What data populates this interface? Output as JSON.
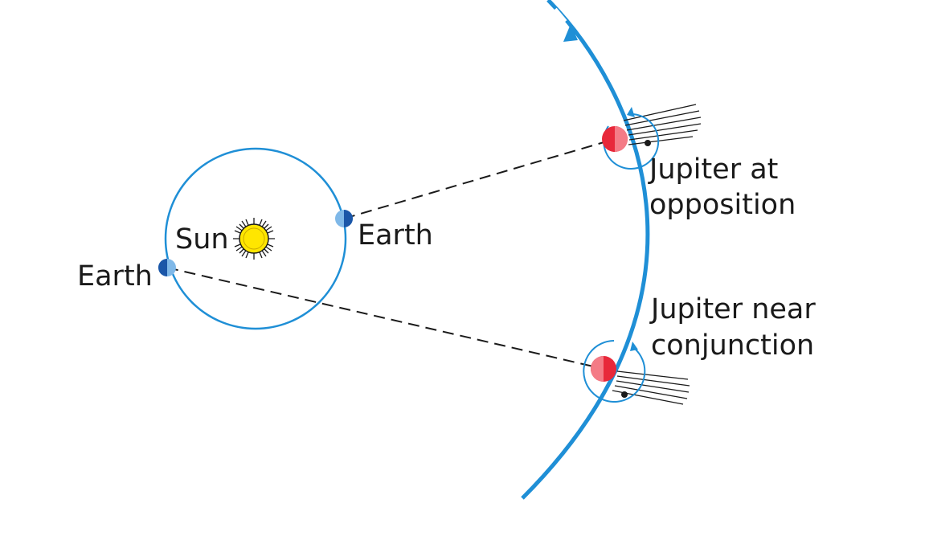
{
  "labels": {
    "sun": "Sun",
    "earth_left": "Earth",
    "earth_right": "Earth",
    "jupiter_opposition_line1": "Jupiter at",
    "jupiter_opposition_line2": "opposition",
    "jupiter_conjunction_line1": "Jupiter near",
    "jupiter_conjunction_line2": "conjunction"
  },
  "colors": {
    "orbit_blue": "#1f8fd6",
    "earth_light": "#7fb8e8",
    "earth_dark": "#1a56a8",
    "jupiter_red": "#e8283a",
    "jupiter_light": "#f47b86",
    "sun_yellow": "#ffe600",
    "dashed_line": "#1a1a1a"
  }
}
